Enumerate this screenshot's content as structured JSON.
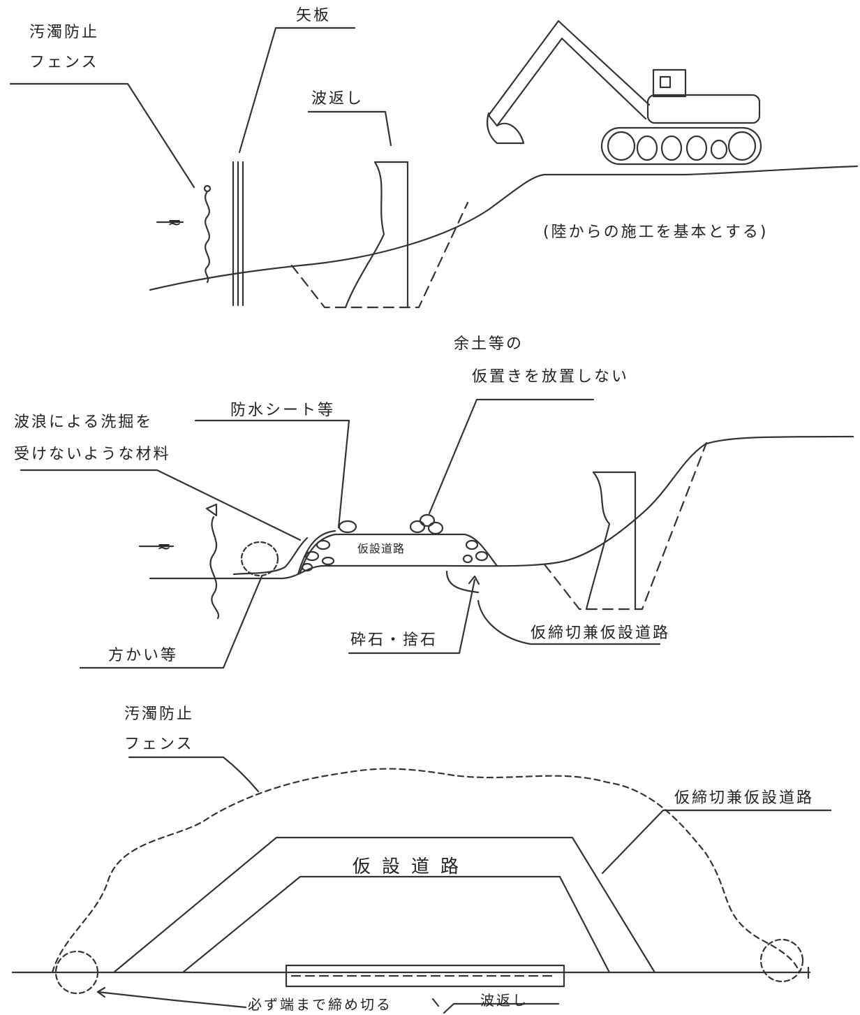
{
  "section1": {
    "fence_line1": "汚濁防止",
    "fence_line2": "フェンス",
    "sheet_pile": "矢板",
    "wave_return": "波返し",
    "water_mark": "≂",
    "note": "(陸からの施工を基本とする)"
  },
  "section2": {
    "no_stockpile_line1": "余土等の",
    "no_stockpile_line2": "仮置きを放置しない",
    "waterproof_sheet": "防水シート等",
    "wave_material_line1": "波浪による洗掘を",
    "wave_material_line2": "受けないような材料",
    "water_mark": "≂",
    "temp_road": "仮設道路",
    "sandbag": "方かい等",
    "crushed_stone": "砕石・捨石",
    "cofferdam_road": "仮締切兼仮設道路"
  },
  "section3": {
    "fence_line1": "汚濁防止",
    "fence_line2": "フェンス",
    "cofferdam_road": "仮締切兼仮設道路",
    "temp_road": "仮設道路",
    "close_to_end": "必ず端まで締め切る",
    "wave_return": "波返し"
  }
}
